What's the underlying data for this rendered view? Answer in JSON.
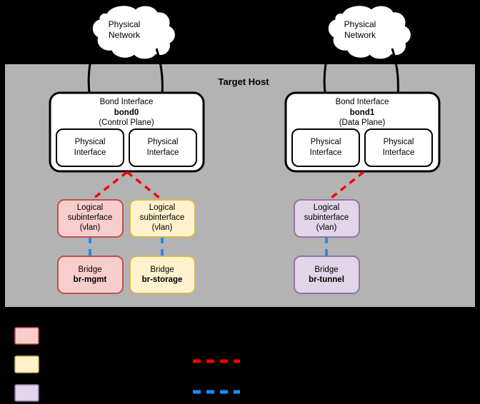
{
  "diagram": {
    "title": "Target Host",
    "background_color": "#000000",
    "host_panel_color": "#b3b3b3"
  },
  "clouds": [
    {
      "line1": "Physical",
      "line2": "Network",
      "name": "physical-network-left"
    },
    {
      "line1": "Physical",
      "line2": "Network",
      "name": "physical-network-right"
    }
  ],
  "bonds": [
    {
      "title": "Bond Interface",
      "name": "bond0",
      "role": "(Control Plane)",
      "nics": [
        {
          "line1": "Physical",
          "line2": "Interface"
        },
        {
          "line1": "Physical",
          "line2": "Interface"
        }
      ]
    },
    {
      "title": "Bond Interface",
      "name": "bond1",
      "role": "(Data Plane)",
      "nics": [
        {
          "line1": "Physical",
          "line2": "Interface"
        },
        {
          "line1": "Physical",
          "line2": "Interface"
        }
      ]
    }
  ],
  "subinterfaces": [
    {
      "line1": "Logical",
      "line2": "subinterface",
      "line3": "(vlan)",
      "fill": "#f8cecc",
      "stroke": "#b85450"
    },
    {
      "line1": "Logical",
      "line2": "subinterface",
      "line3": "(vlan)",
      "fill": "#fff2cc",
      "stroke": "#d6b656"
    },
    {
      "line1": "Logical",
      "line2": "subinterface",
      "line3": "(vlan)",
      "fill": "#e1d5e7",
      "stroke": "#9673a6"
    }
  ],
  "bridges": [
    {
      "label": "Bridge",
      "name": "br-mgmt",
      "fill": "#f8cecc",
      "stroke": "#b85450"
    },
    {
      "label": "Bridge",
      "name": "br-storage",
      "fill": "#fff2cc",
      "stroke": "#d6b656"
    },
    {
      "label": "Bridge",
      "name": "br-tunnel",
      "fill": "#e1d5e7",
      "stroke": "#9673a6"
    }
  ],
  "legend": {
    "swatches": [
      {
        "fill": "#f8cecc",
        "stroke": "#b85450",
        "label": ""
      },
      {
        "fill": "#fff2cc",
        "stroke": "#d6b656",
        "label": ""
      },
      {
        "fill": "#e1d5e7",
        "stroke": "#9673a6",
        "label": ""
      }
    ],
    "lines": [
      {
        "color": "#ff0000",
        "label": ""
      },
      {
        "color": "#1a8cff",
        "label": ""
      }
    ]
  },
  "colors": {
    "vlan_link": "#ff0000",
    "bridge_link": "#1a8cff",
    "box_stroke": "#000000",
    "box_fill": "#ffffff"
  }
}
